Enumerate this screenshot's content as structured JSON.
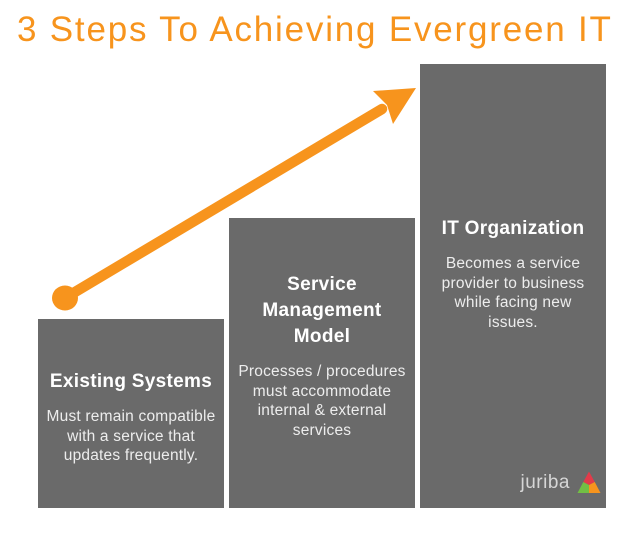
{
  "title": "3 Steps To Achieving Evergreen IT",
  "steps": [
    {
      "title": "Existing Systems",
      "description": "Must remain compatible with a service that updates frequently."
    },
    {
      "title": "Service Management Model",
      "description": "Processes / procedures must accommodate internal & external services"
    },
    {
      "title": "IT Organization",
      "description": "Becomes a service provider to business while facing new issues."
    }
  ],
  "logo": {
    "text": "juriba",
    "mark_icon": "juriba-triangle-icon"
  },
  "icons": {
    "arrow": "growth-arrow-icon"
  },
  "colors": {
    "background": "#FFFFFF",
    "accent-orange": "#F7941D",
    "bar-gray": "#6A6A6A",
    "bar-title-white": "#FFFFFF",
    "bar-body-white": "#EDEDED",
    "logo-text": "#D6D6D6",
    "logo-red": "#E23B4A",
    "logo-green": "#72BF44",
    "logo-orange": "#F7941D"
  }
}
